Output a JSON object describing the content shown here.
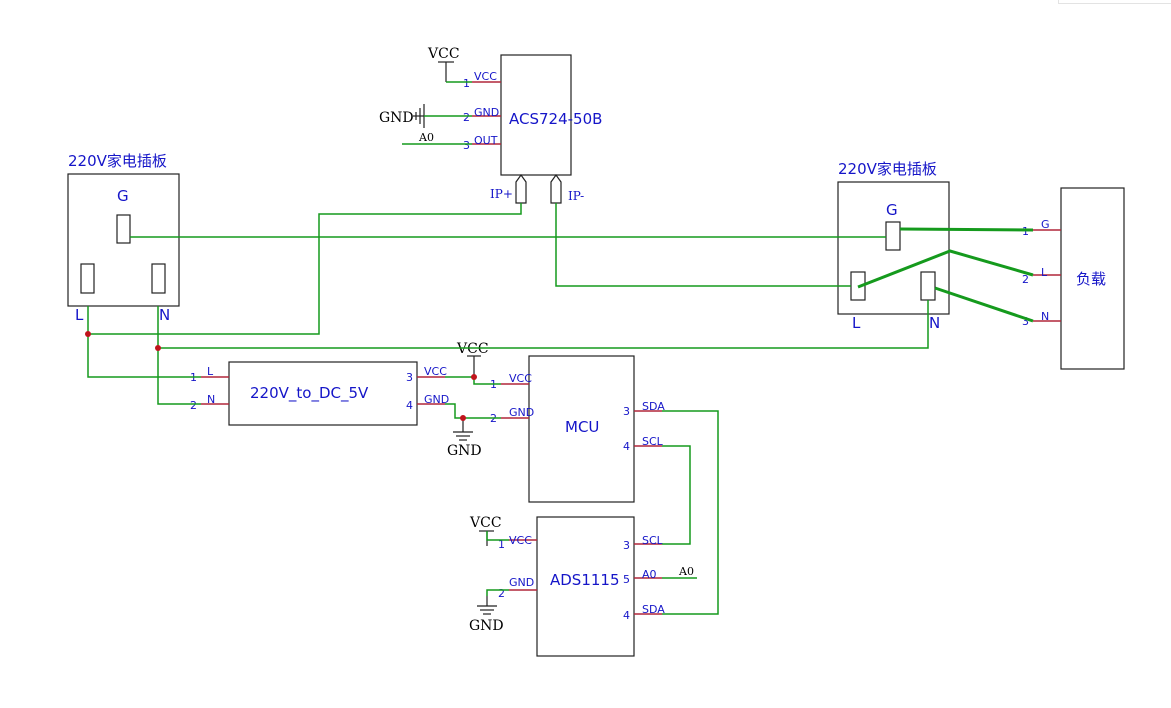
{
  "components": {
    "sensor": {
      "name": "ACS724-50B",
      "pins": [
        {
          "num": "1",
          "label": "VCC"
        },
        {
          "num": "2",
          "label": "GND"
        },
        {
          "num": "3",
          "label": "OUT"
        }
      ],
      "ip_plus": "IP+",
      "ip_minus": "IP-"
    },
    "socket_left": {
      "title": "220V家电插板",
      "g": "G",
      "l": "L",
      "n": "N"
    },
    "socket_right": {
      "title": "220V家电插板",
      "g": "G",
      "l": "L",
      "n": "N"
    },
    "load": {
      "name": "负载",
      "pins": [
        {
          "num": "1",
          "label": "G"
        },
        {
          "num": "2",
          "label": "L"
        },
        {
          "num": "3",
          "label": "N"
        }
      ]
    },
    "converter": {
      "name": "220V_to_DC_5V",
      "pins": [
        {
          "num": "1",
          "label": "L"
        },
        {
          "num": "2",
          "label": "N"
        },
        {
          "num": "3",
          "label": "VCC"
        },
        {
          "num": "4",
          "label": "GND"
        }
      ]
    },
    "mcu": {
      "name": "MCU",
      "pins": [
        {
          "num": "1",
          "label": "VCC"
        },
        {
          "num": "2",
          "label": "GND"
        },
        {
          "num": "3",
          "label": "SDA"
        },
        {
          "num": "4",
          "label": "SCL"
        }
      ]
    },
    "adc": {
      "name": "ADS1115",
      "pins": [
        {
          "num": "1",
          "label": "VCC"
        },
        {
          "num": "2",
          "label": "GND"
        },
        {
          "num": "3",
          "label": "SCL"
        },
        {
          "num": "5",
          "label": "A0"
        },
        {
          "num": "4",
          "label": "SDA"
        }
      ]
    }
  },
  "power": {
    "vcc": "VCC",
    "gnd": "GND"
  },
  "net_labels": {
    "a0": "A0"
  },
  "colors": {
    "wire": "#159a1d",
    "pin": "#b0263a",
    "label": "#1515c8",
    "junction": "#c0141c"
  }
}
